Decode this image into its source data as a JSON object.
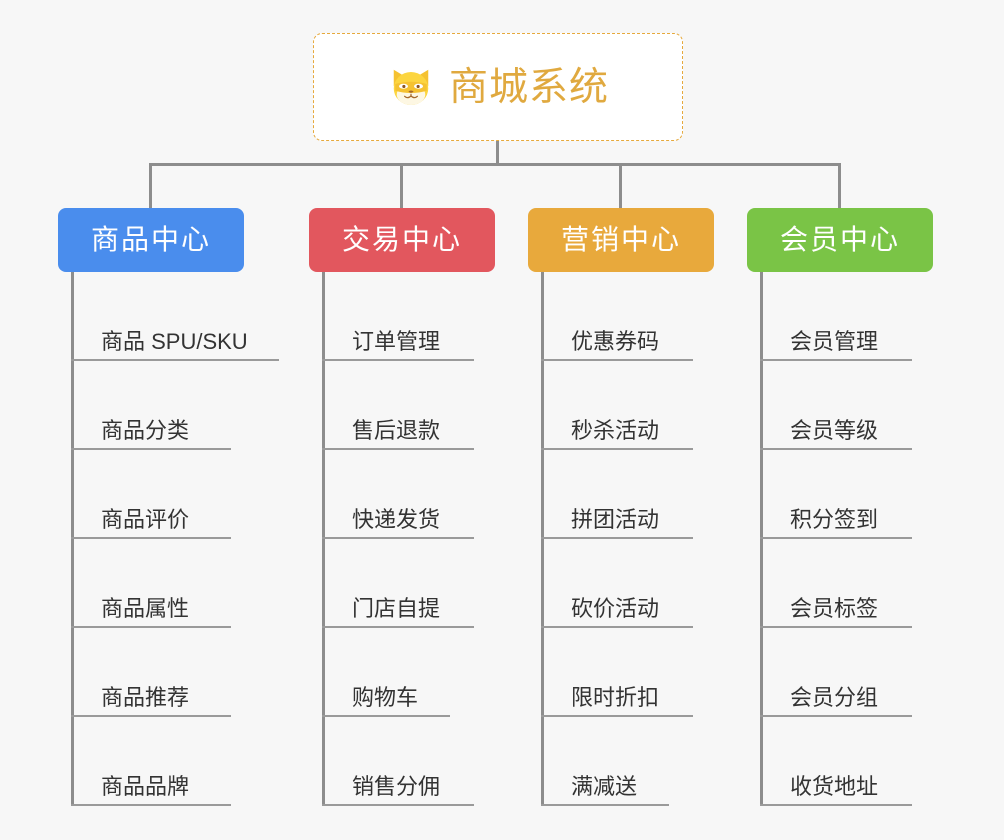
{
  "diagram": {
    "type": "mindmap",
    "background_color": "#f7f7f7",
    "connector_color": "#8d8d8d"
  },
  "root": {
    "title": "商城系统",
    "icon": "dog-face-icon",
    "icon_glyph": "🐶",
    "text_color": "#e0a93f",
    "border_color": "#e6a93c",
    "background_color": "#ffffff"
  },
  "categories": [
    {
      "label": "商品中心",
      "color": "#4a8ded",
      "underline_widths": [
        208,
        160,
        160,
        160,
        160,
        160
      ],
      "items": [
        "商品 SPU/SKU",
        "商品分类",
        "商品评价",
        "商品属性",
        "商品推荐",
        "商品品牌"
      ]
    },
    {
      "label": "交易中心",
      "color": "#e2575e",
      "underline_widths": [
        152,
        152,
        152,
        152,
        128,
        152
      ],
      "items": [
        "订单管理",
        "售后退款",
        "快递发货",
        "门店自提",
        "购物车",
        "销售分佣"
      ]
    },
    {
      "label": "营销中心",
      "color": "#e8a93c",
      "underline_widths": [
        152,
        152,
        152,
        152,
        152,
        128
      ],
      "items": [
        "优惠券码",
        "秒杀活动",
        "拼团活动",
        "砍价活动",
        "限时折扣",
        "满减送"
      ]
    },
    {
      "label": "会员中心",
      "color": "#7ac446",
      "underline_widths": [
        152,
        152,
        152,
        152,
        152,
        152
      ],
      "items": [
        "会员管理",
        "会员等级",
        "积分签到",
        "会员标签",
        "会员分组",
        "收货地址"
      ]
    }
  ]
}
